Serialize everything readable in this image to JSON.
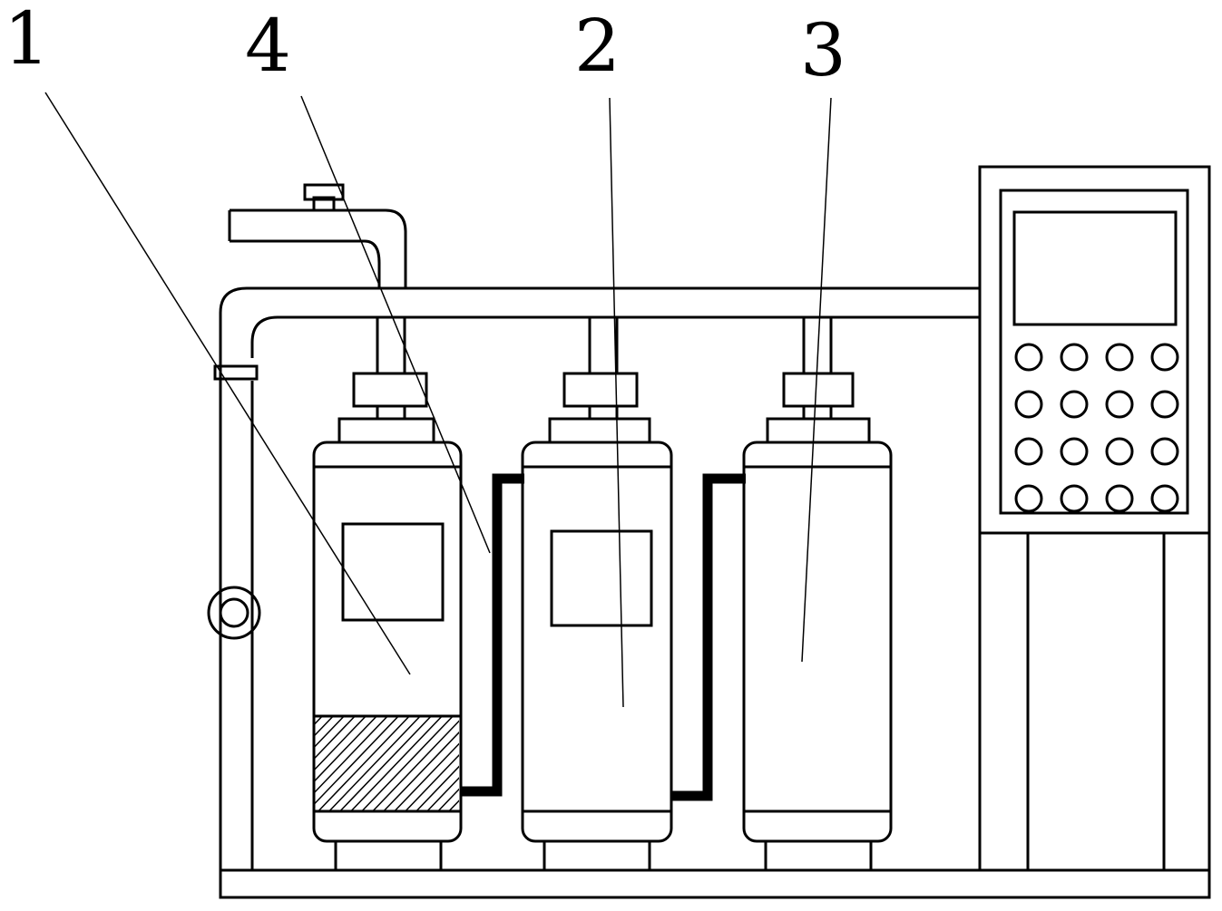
{
  "callouts": {
    "c1": "1",
    "c2": "2",
    "c3": "3",
    "c4": "4"
  },
  "colors": {
    "ink": "#000000",
    "paper": "#ffffff"
  },
  "control_panel": {
    "button_rows": 4,
    "button_cols": 4
  }
}
